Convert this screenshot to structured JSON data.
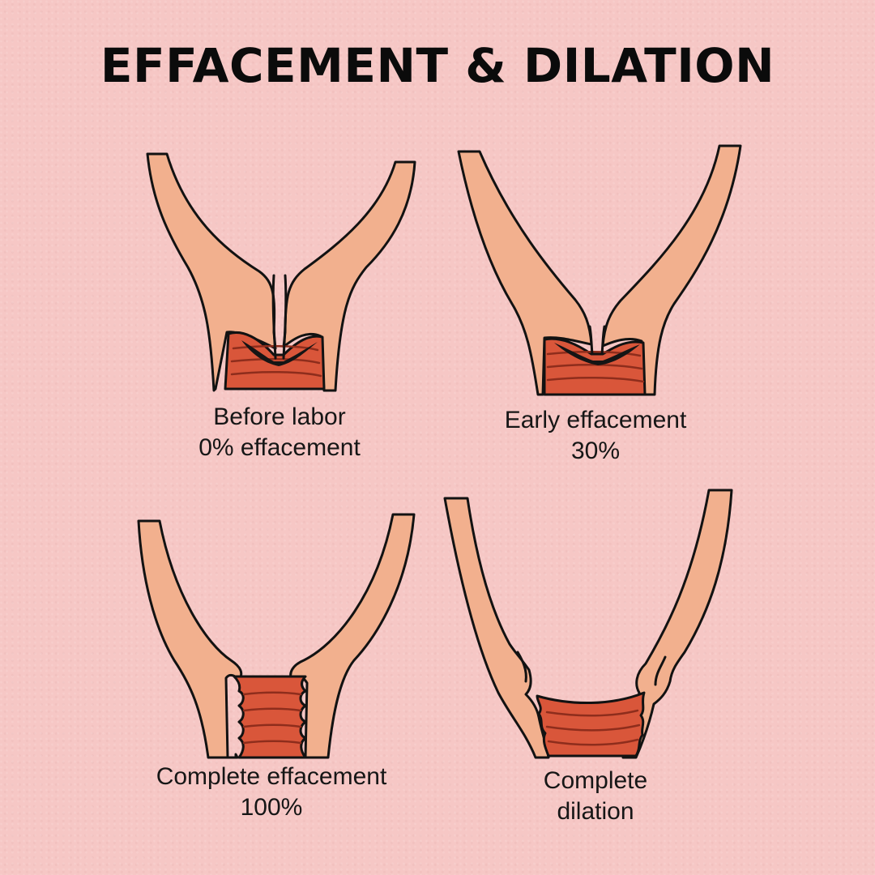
{
  "title": "EFFACEMENT & DILATION",
  "colors": {
    "background": "#f6c7c5",
    "tissue": "#f2b08e",
    "canal": "#d9563a",
    "outline": "#121212"
  },
  "stages": [
    {
      "line1": "Before labor",
      "line2": "0% effacement"
    },
    {
      "line1": "Early effacement",
      "line2": "30%"
    },
    {
      "line1": "Complete effacement",
      "line2": "100%"
    },
    {
      "line1": "Complete",
      "line2": "dilation"
    }
  ]
}
